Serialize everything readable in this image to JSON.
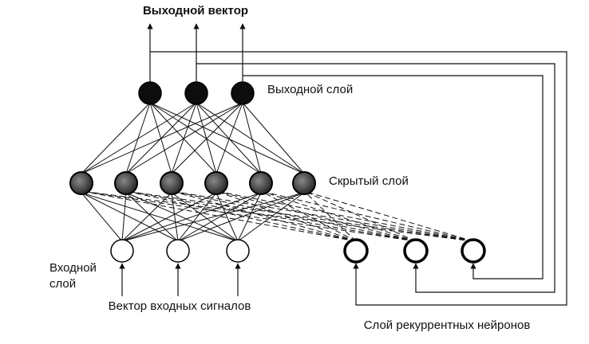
{
  "labels": {
    "output_vector": "Выходной вектор",
    "output_layer": "Выходной слой",
    "hidden_layer": "Скрытый слой",
    "input_layer_line1": "Входной",
    "input_layer_line2": "слой",
    "input_vector": "Вектор входных сигналов",
    "recurrent_layer": "Слой рекуррентных нейронов"
  },
  "colors": {
    "output_neuron": "#0d0d0d",
    "hidden_neuron": "#555555",
    "input_neuron": "#ffffff",
    "recurrent_neuron": "#ffffff",
    "line": "#111111"
  }
}
